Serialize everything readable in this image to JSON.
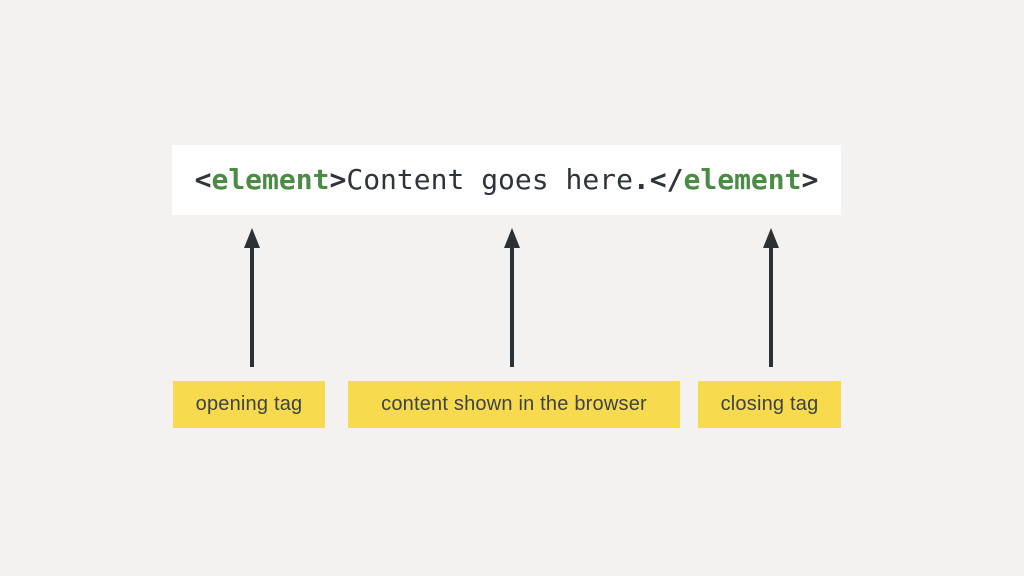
{
  "colors": {
    "background": "#f3f2f0",
    "box_bg": "#ffffff",
    "tag_green": "#4a8c44",
    "code_dark": "#2f343a",
    "arrow": "#2c3136",
    "label_bg": "#f7da4d",
    "label_text": "#3e4347"
  },
  "code": {
    "segments": [
      {
        "name": "opening-angle-bracket",
        "text": "<"
      },
      {
        "name": "opening-tag-name",
        "text": "element"
      },
      {
        "name": "opening-close-bracket",
        "text": ">"
      },
      {
        "name": "element-content",
        "text": "Content goes here"
      },
      {
        "name": "content-period",
        "text": "."
      },
      {
        "name": "closing-open-bracket-slash",
        "text": "</"
      },
      {
        "name": "closing-tag-name",
        "text": "element"
      },
      {
        "name": "closing-close-bracket",
        "text": ">"
      }
    ]
  },
  "labels": {
    "opening": "opening tag",
    "content": "content shown in the browser",
    "closing": "closing tag"
  }
}
